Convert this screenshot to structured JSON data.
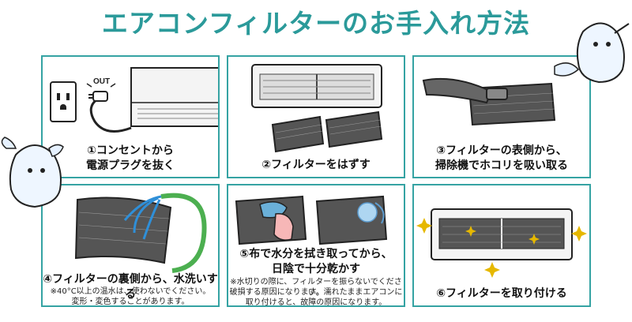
{
  "title": "エアコンフィルターのお手入れ方法",
  "steps": [
    {
      "line1": "①コンセントから",
      "line2": "電源プラグを抜く",
      "out_label": "OUT"
    },
    {
      "line1": "②フィルターをはずす"
    },
    {
      "line1": "③フィルターの表側から、",
      "line2": "掃除機でホコリを吸い取る"
    },
    {
      "line1": "④フィルターの裏側から、水洗いする",
      "note1": "※40°C以上の温水は、使わないでください。",
      "note2": "変形・変色することがあります。"
    },
    {
      "line1": "⑤布で水分を拭き取ってから、",
      "line2": "日陰で十分乾かす",
      "note1": "※水切りの際に、フィルターを振らないでください。",
      "note2": "破損する原因になります。濡れたままエアコンに",
      "note3": "取り付けると、故障の原因になります。"
    },
    {
      "line1": "⑥フィルターを取り付ける"
    }
  ],
  "colors": {
    "accent": "#2b9a9a",
    "border": "#35a3a3",
    "filter": "#555555",
    "hose": "#4caf50",
    "water": "#2f8fd8",
    "spark": "#e6b800"
  }
}
